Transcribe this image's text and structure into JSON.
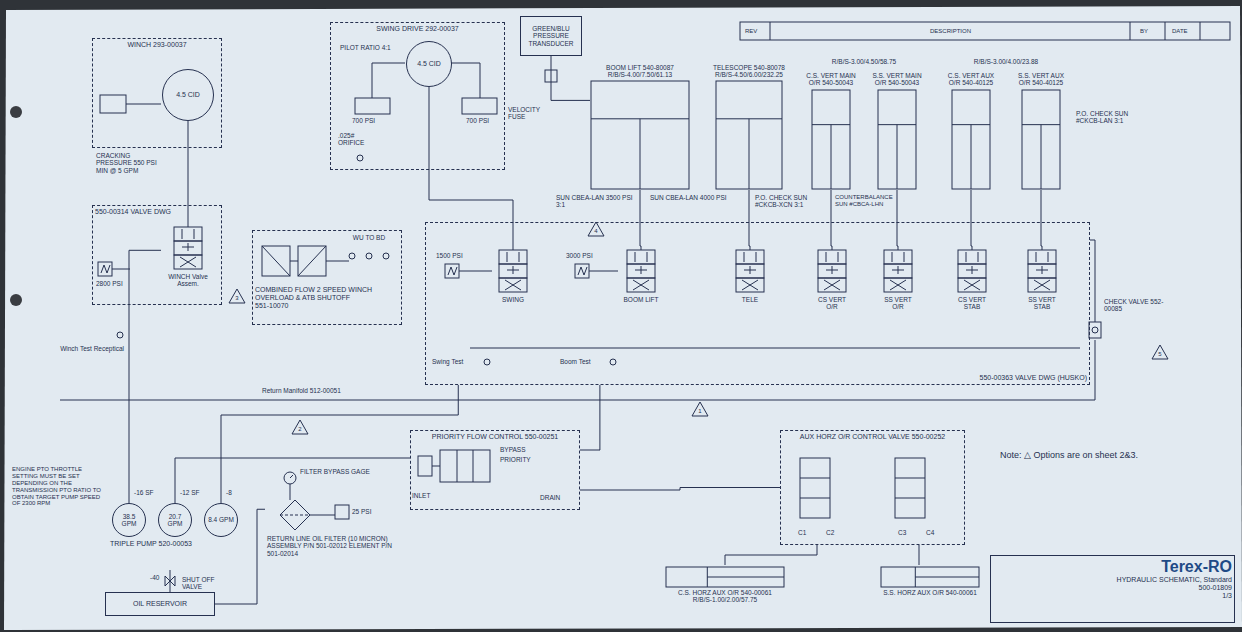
{
  "diagram": {
    "nodes": [
      {
        "text": [
          "WINCH 293-00037"
        ]
      },
      {
        "text": [
          "4.5 CID"
        ],
        "in": 0
      },
      {
        "text": [
          "550-00314 VALVE DWG"
        ]
      },
      {
        "text": [
          "WINCH Valve Assem."
        ],
        "in": 2
      },
      {
        "text": [
          "SWING DRIVE 292-00037"
        ]
      },
      {
        "text": [
          "4.5 CID"
        ],
        "in": 4
      },
      {
        "text": [
          "COMBINED FLOW 2 SPEED WINCH",
          "OVERLOAD & ATB SHUTOFF",
          "551-10070"
        ]
      },
      {
        "text": [
          "550-00363 VALVE DWG (HUSKO)"
        ]
      },
      {
        "text": [
          "SWING"
        ],
        "in": 7
      },
      {
        "text": [
          "BOOM LIFT"
        ],
        "in": 7
      },
      {
        "text": [
          "TELE"
        ],
        "in": 7
      },
      {
        "text": [
          "CS VERT O/R"
        ],
        "in": 7
      },
      {
        "text": [
          "SS VERT O/R"
        ],
        "in": 7
      },
      {
        "text": [
          "CS VERT STAB"
        ],
        "in": 7
      },
      {
        "text": [
          "SS VERT STAB"
        ],
        "in": 7
      },
      {
        "text": [
          "BOOM LIFT 540-80087",
          "R/B/S-4.00/7.50/61.13"
        ]
      },
      {
        "text": [
          "TELESCOPE 540-80078",
          "R/B/S-4.50/6.00/232.25"
        ]
      },
      {
        "text": [
          "C.S. VERT MAIN O/R 540-50043"
        ]
      },
      {
        "text": [
          "S.S. VERT MAIN O/R 540-50043"
        ]
      },
      {
        "text": [
          "C.S. VERT AUX O/R 540-40125"
        ]
      },
      {
        "text": [
          "S.S. VERT AUX O/R 540-40125"
        ]
      },
      {
        "text": [
          "GREEN/BLU PRESSURE TRANSDUCER"
        ]
      },
      {
        "text": [
          "PRIORITY FLOW CONTROL 550-00251"
        ]
      },
      {
        "text": [
          "AUX HORZ O/R CONTROL VALVE 550-00252"
        ]
      },
      {
        "text": [
          "C.S. HORZ AUX O/R 540-00061",
          "R/B/S-1.00/2.00/57.75"
        ]
      },
      {
        "text": [
          "S.S. HORZ AUX O/R 540-00061"
        ]
      },
      {
        "text": [
          "TRIPLE PUMP 520-00053"
        ]
      },
      {
        "text": [
          "38.5 GPM"
        ],
        "in": 26
      },
      {
        "text": [
          "20.7 GPM"
        ],
        "in": 26
      },
      {
        "text": [
          "8.4 GPM"
        ],
        "in": 26
      },
      {
        "text": [
          "RETURN LINE OIL FILTER (10 MICRON) ASSEMBLY P/N 501-02012 ELEMENT P/N 501-02014"
        ]
      },
      {
        "text": [
          "OIL RESERVOIR"
        ]
      },
      {
        "text": [
          "Terex-RO",
          "HYDRAULIC SCHEMATIC, Standard",
          "500-01809",
          "1/3"
        ]
      }
    ],
    "edges": [
      {
        "from": 3,
        "to": 1,
        "arrow": "none"
      },
      {
        "from": 8,
        "to": 5,
        "arrow": "none"
      },
      {
        "from": 9,
        "to": 15,
        "arrow": "none"
      },
      {
        "from": 10,
        "to": 16,
        "arrow": "none"
      },
      {
        "from": 11,
        "to": 17,
        "arrow": "none"
      },
      {
        "from": 12,
        "to": 18,
        "arrow": "none"
      },
      {
        "from": 13,
        "to": 19,
        "arrow": "none"
      },
      {
        "from": 14,
        "to": 20,
        "arrow": "none"
      },
      {
        "from": 27,
        "to": 3,
        "arrow": "none"
      },
      {
        "from": 28,
        "to": 22,
        "arrow": "none"
      },
      {
        "from": 29,
        "to": 7,
        "arrow": "none"
      },
      {
        "from": 22,
        "to": 7,
        "arrow": "none"
      },
      {
        "from": 22,
        "to": 23,
        "arrow": "none"
      },
      {
        "from": 23,
        "to": 24,
        "arrow": "none"
      },
      {
        "from": 23,
        "to": 25,
        "arrow": "none"
      },
      {
        "from": 30,
        "to": 31,
        "arrow": "none"
      },
      {
        "from": 21,
        "to": 15,
        "arrow": "none"
      }
    ],
    "labels": [
      "REV",
      "DESCRIPTION",
      "BY",
      "DATE",
      "CRACKING PRESSURE 550 PSI MIN @ 5 GPM",
      "2800 PSI",
      "Winch Test Receptical",
      ".025# ORIFICE",
      "700 PSI",
      "PILOT RATIO 4:1",
      "700 PSI",
      "VELOCITY FUSE",
      "WU TO BD",
      "1500 PSI",
      "3000 PSI",
      "Swing Test",
      "Boom Test",
      "R/B/S-3.00/4.50/58.75",
      "R/B/S-3.00/4.00/23.88",
      "P.O. CHECK SUN #CKCB-XCN 3:1",
      "COUNTERBALANCE SUN #CBCA-LHN",
      "SUN CBEA-LAN 3500 PSI 3:1",
      "SUN CBEA-LAN 4000 PSI",
      "P.O. CHECK SUN #CKCB-LAN 3:1",
      "CHECK VALVE 552-00085",
      "Return Manifold 512-00051",
      "INLET",
      "BYPASS",
      "PRIORITY",
      "DRAIN",
      "C1",
      "C2",
      "C3",
      "C4",
      "Note: △ Options are on sheet 2&3.",
      "ENGINE PTO THROTTLE SETTING MUST BE SET DEPENDING ON THE TRANSMISSION PTO RATIO TO OBTAIN TARGET PUMP SPEED OF 2300 RPM",
      "-16 SF",
      "-12 SF",
      "-8",
      "-40",
      "SHUT OFF VALVE",
      "FILTER BYPASS GAGE",
      "25 PSI",
      "1",
      "2",
      "3",
      "4",
      "5"
    ]
  }
}
